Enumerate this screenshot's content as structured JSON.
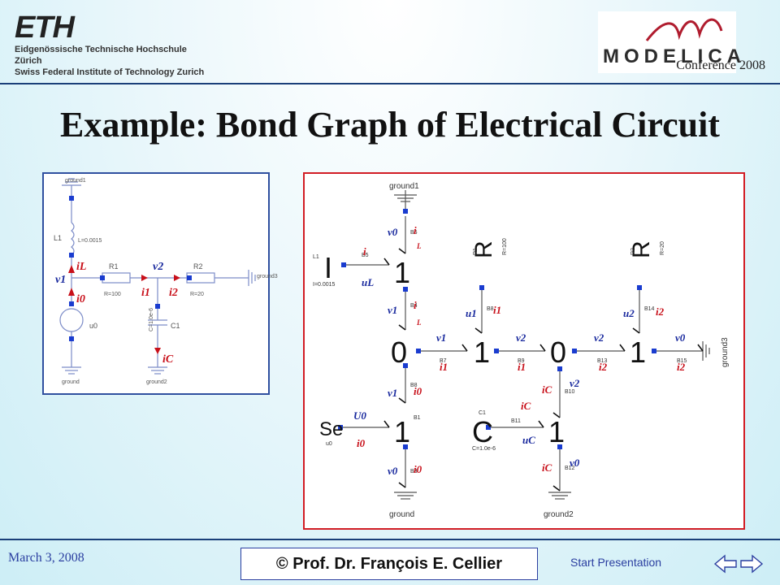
{
  "header": {
    "eth_mark": "ETH",
    "eth_line1": "Eidgenössische Technische Hochschule Zürich",
    "eth_line2": "Swiss Federal Institute of Technology Zurich",
    "modelica_word": "MODELICA",
    "conference": "Conference 2008"
  },
  "slide": {
    "title": "Example: Bond Graph of Electrical Circuit"
  },
  "circuit": {
    "ground1": "ground1",
    "L1": "L1",
    "L_value": "L=0.0015",
    "R1": "R1",
    "R1_value": "R=100",
    "R2": "R2",
    "R2_value": "R=20",
    "C1": "C1",
    "C1_value": "C=1.0e-6",
    "u0": "u0",
    "ground": "ground",
    "ground2": "ground2",
    "ground3": "ground3",
    "v1": "v1",
    "v2": "v2",
    "iL": "iL",
    "i0": "i0",
    "i1": "i1",
    "i2": "i2",
    "iC": "iC"
  },
  "bondgraph": {
    "ground1": "ground1",
    "ground": "ground",
    "ground2": "ground2",
    "ground3": "ground3",
    "I": "I",
    "L1": "L1",
    "I_value": "I=0.0015",
    "R1": "R",
    "R1_name": "R1",
    "R1_value": "R=100",
    "R2": "R",
    "R2_name": "R2",
    "R2_value": "R=20",
    "C": "C",
    "C1": "C1",
    "C_value": "C=1.0e-6",
    "Se": "Se",
    "u0": "U0",
    "u0_label": "u0",
    "one": "1",
    "zero": "0",
    "B1": "B1",
    "B4": "B4",
    "B5": "B5",
    "B6": "B6",
    "B7": "B7",
    "B8": "B8",
    "B9": "B9",
    "B10": "B10",
    "B11": "B11",
    "B12": "B12",
    "B13": "B13",
    "B14": "B14",
    "B15": "B15",
    "B3": "B3",
    "v0": "v0",
    "v1": "v1",
    "v2": "v2",
    "i": "i",
    "L": "L",
    "uL": "uL",
    "u1": "u1",
    "u2": "u2",
    "uC": "uC",
    "i0": "i0",
    "i1": "i1",
    "i2": "i2",
    "iC": "iC"
  },
  "footer": {
    "date": "March 3, 2008",
    "author": "© Prof. Dr. François E. Cellier",
    "start": "Start Presentation"
  },
  "colors": {
    "rule": "#1a3f79",
    "left_border": "#2f4f9f",
    "right_border": "#d21c24",
    "red_label": "#c8101a",
    "blue_label": "#1a2a9e"
  }
}
